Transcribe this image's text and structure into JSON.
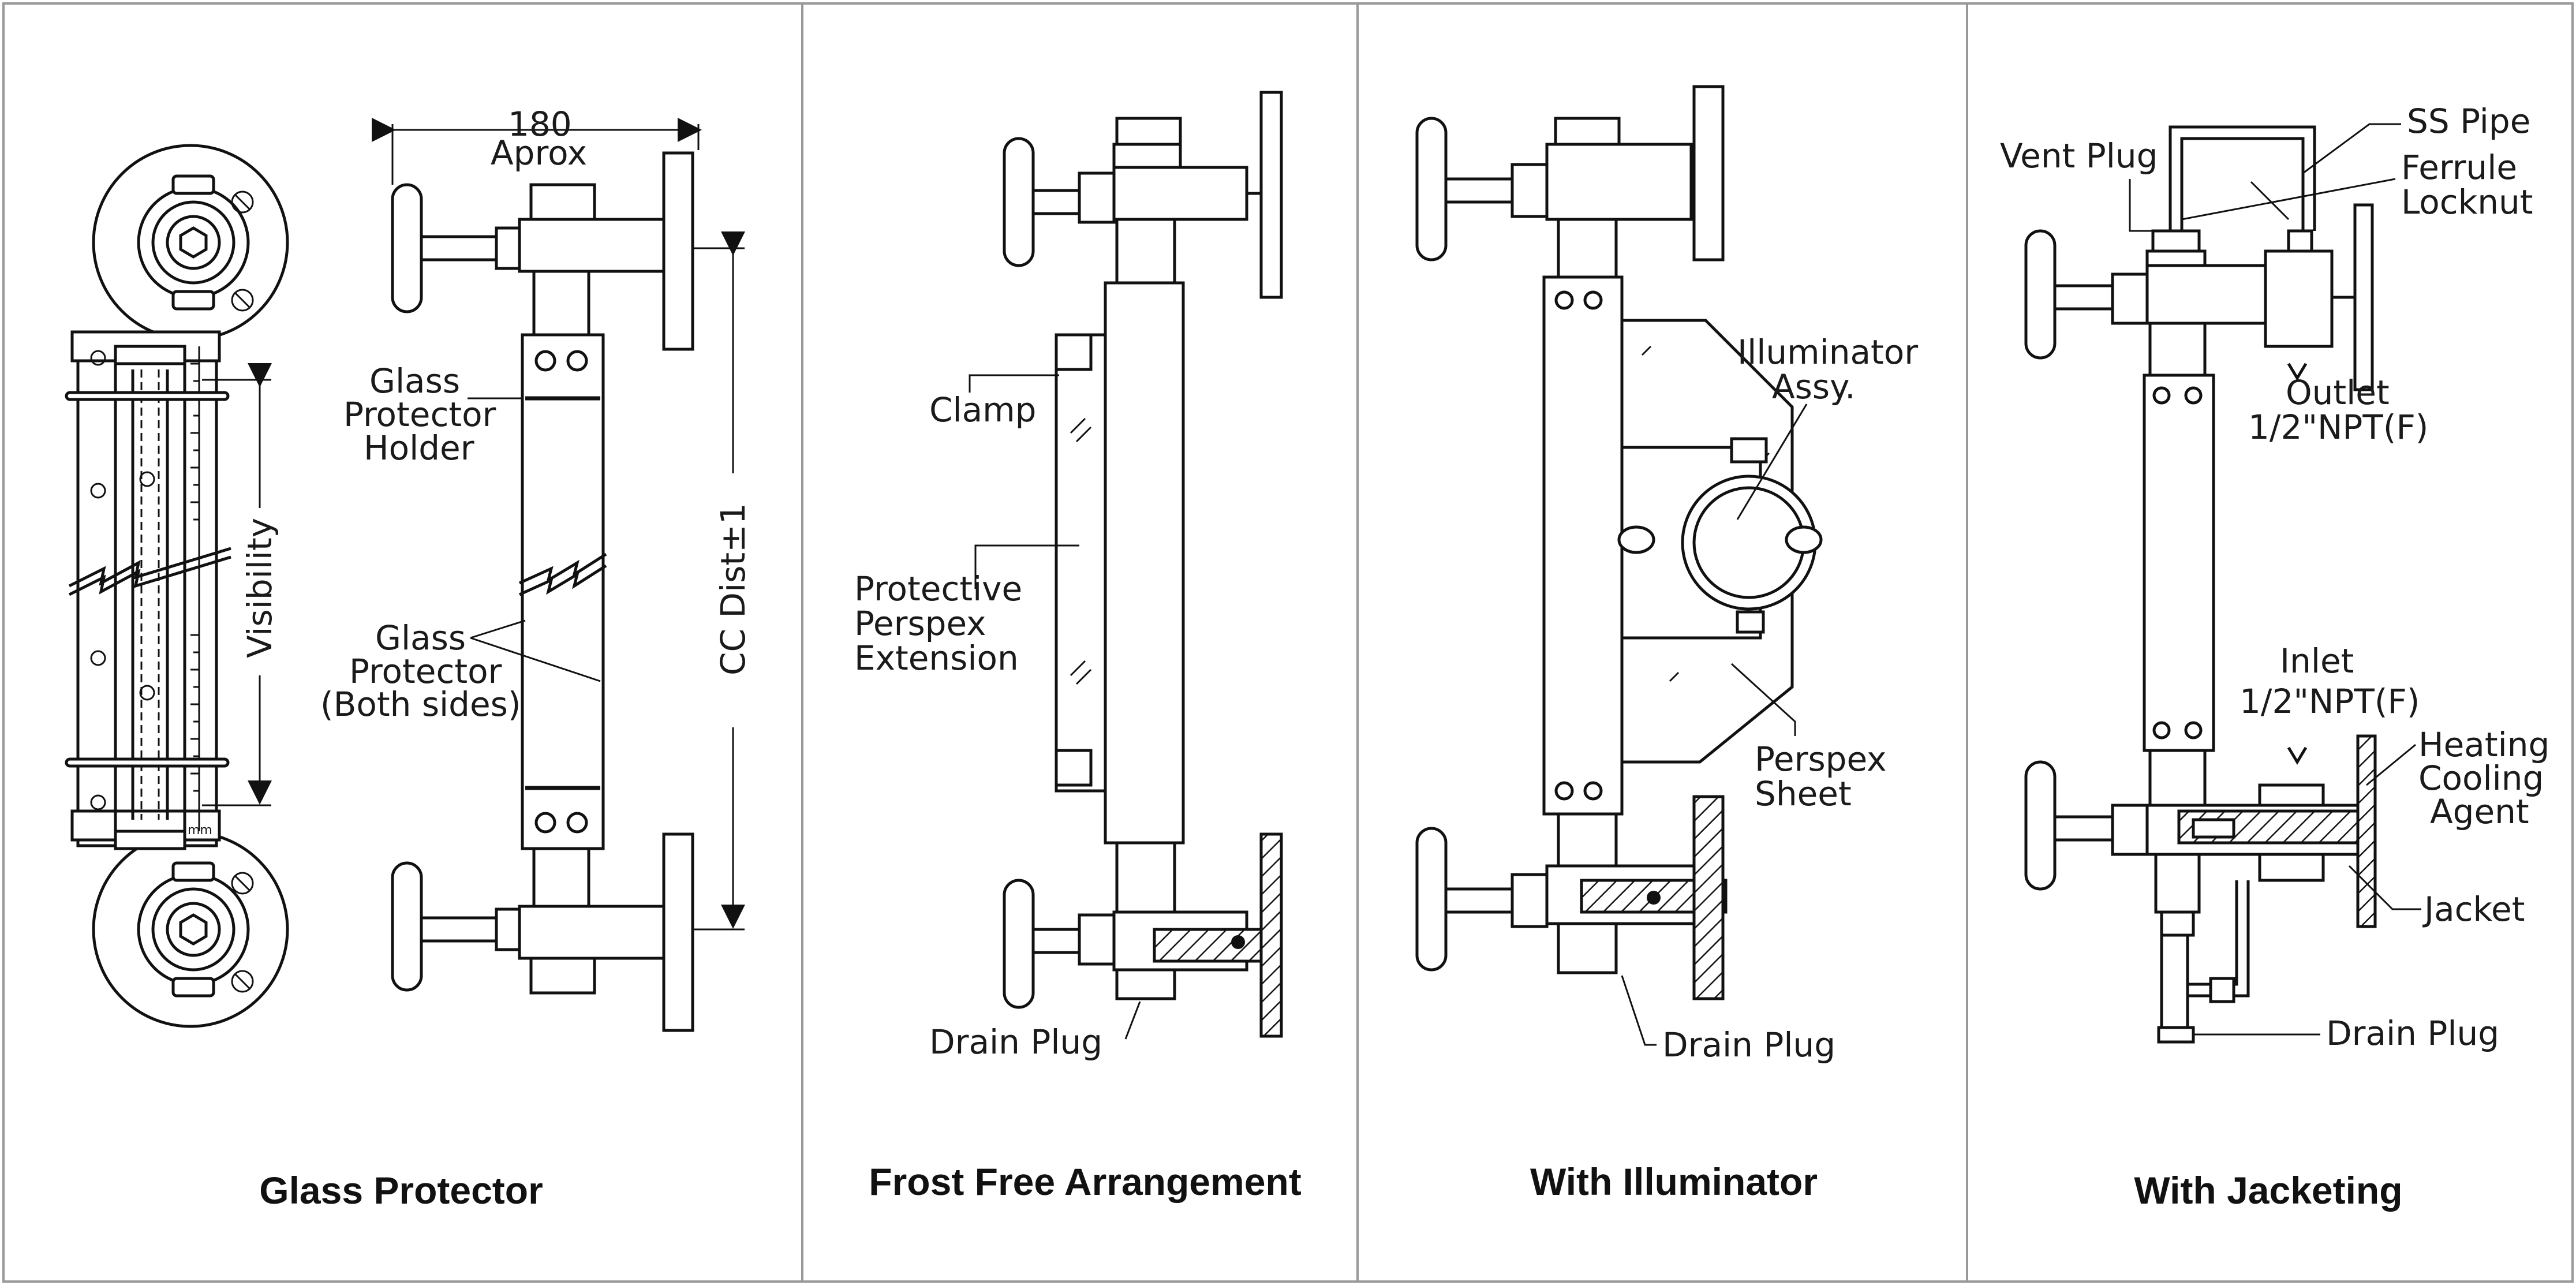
{
  "panels": [
    {
      "caption": "Glass Protector",
      "labels": {
        "dim_top": "180",
        "dim_sub": "Aprox",
        "holder_1": "Glass",
        "holder_2": "Protector",
        "holder_3": "Holder",
        "protector_1": "Glass",
        "protector_2": "Protector",
        "protector_3": "(Both sides)",
        "visibility": "Visibility",
        "cc": "CC Dist±1",
        "scale_unit": "mm"
      }
    },
    {
      "caption": "Frost Free Arrangement",
      "labels": {
        "clamp": "Clamp",
        "perspex_1": "Protective",
        "perspex_2": "Perspex",
        "perspex_3": "Extension",
        "drain": "Drain Plug"
      }
    },
    {
      "caption": "With Illuminator",
      "labels": {
        "illum_1": "Illuminator",
        "illum_2": "Assy.",
        "sheet_1": "Perspex",
        "sheet_2": "Sheet",
        "drain": "Drain Plug"
      }
    },
    {
      "caption": "With Jacketing",
      "labels": {
        "ss_pipe": "SS Pipe",
        "vent": "Vent Plug",
        "ferrule_1": "Ferrule",
        "ferrule_2": "Locknut",
        "outlet_1": "Outlet",
        "outlet_2": "1/2\"NPT(F)",
        "inlet_1": "Inlet",
        "inlet_2": "1/2\"NPT(F)",
        "heating_1": "Heating",
        "heating_2": "Cooling",
        "heating_3": "Agent",
        "jacket": "Jacket",
        "drain": "Drain Plug"
      }
    }
  ],
  "colors": {
    "line": "#111111",
    "border": "#999999",
    "background": "#ffffff"
  }
}
